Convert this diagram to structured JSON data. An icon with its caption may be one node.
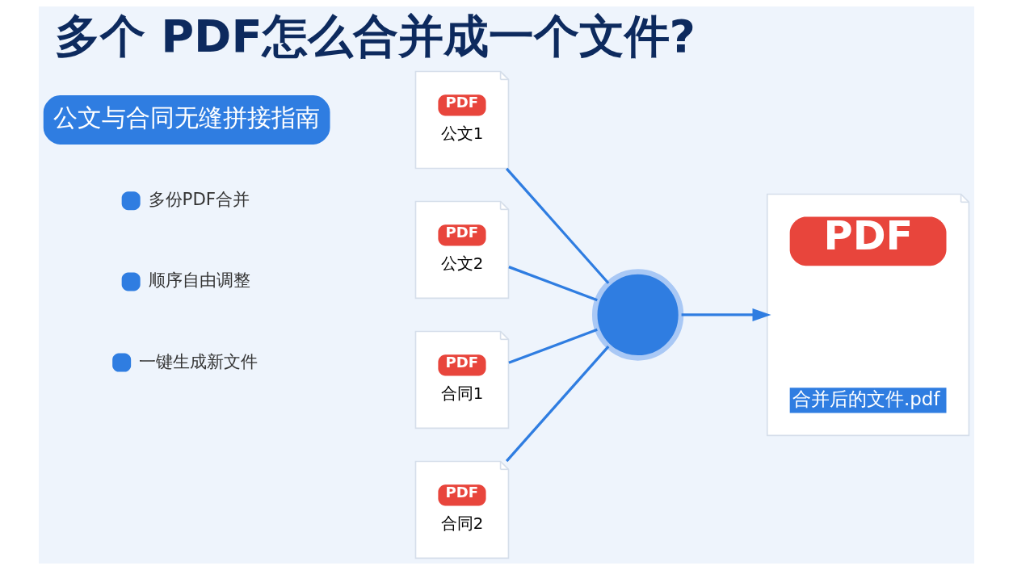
{
  "diagram": {
    "title": "多个 PDF怎么合并成一个文件?",
    "nodes": [
      {
        "text": [
          "PDF",
          "公文1"
        ]
      },
      {
        "text": [
          "PDF",
          "公文2"
        ]
      },
      {
        "text": [
          "PDF",
          "合同1"
        ]
      },
      {
        "text": [
          "PDF",
          "合同2"
        ]
      },
      {
        "text": [],
        "shape": "circle"
      },
      {
        "text": [
          "PDF",
          "合并后的文件.pdf"
        ]
      }
    ],
    "edges": [
      {
        "from": 0,
        "to": 4,
        "arrow": "none"
      },
      {
        "from": 1,
        "to": 4,
        "arrow": "none"
      },
      {
        "from": 2,
        "to": 4,
        "arrow": "none"
      },
      {
        "from": 3,
        "to": 4,
        "arrow": "none"
      },
      {
        "from": 4,
        "to": 5,
        "arrow": "to"
      }
    ],
    "labels": [
      "公文与合同无缝拼接指南",
      "多份PDF合并",
      "顺序自由调整",
      "一键生成新文件"
    ]
  }
}
